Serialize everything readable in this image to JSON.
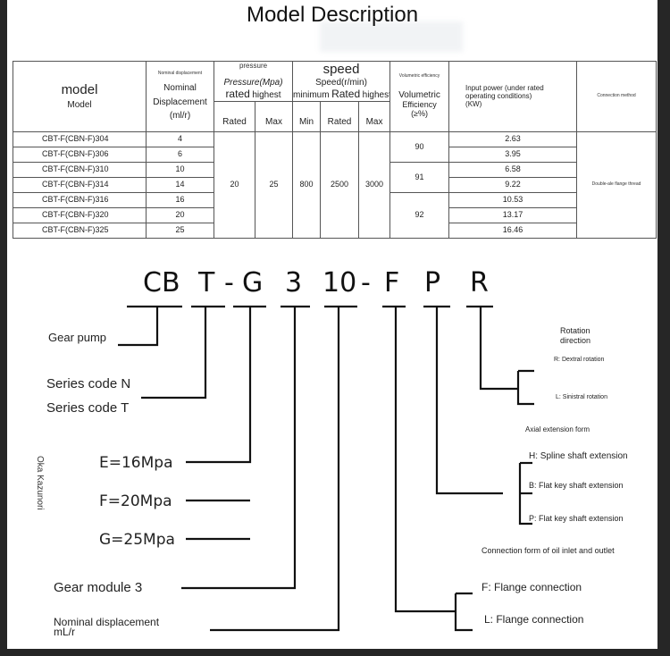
{
  "title": "Model Description",
  "table": {
    "header": {
      "model_top": "model",
      "model_bottom": "Model",
      "disp_small": "Nominal displacement",
      "disp_lines": [
        "Nominal",
        "Displacement",
        "(ml/r)"
      ],
      "pressure_small": "pressure",
      "pressure_label": "Pressure(Mpa)",
      "rated_big": "rated",
      "highest_small": "highest",
      "rated": "Rated",
      "max": "Max",
      "speed_big": "speed",
      "speed_label": "Speed(r/min)",
      "minimum_small": "minimum",
      "highest_small_2": "highest",
      "min": "Min",
      "rated_2": "Rated",
      "max_2": "Max",
      "vol_small": "Volumetric efficiency",
      "vol_label": "Volumetric",
      "efficiency_small": "Efficiency",
      "vol_pct": "(≥%)",
      "power_lines": [
        "Input power (under rated",
        "operating conditions)",
        "(KW)"
      ],
      "conn_small": "Connection method"
    },
    "rows": [
      {
        "model": "CBT-F(CBN-F)304",
        "disp": "4",
        "power": "2.63"
      },
      {
        "model": "CBT-F(CBN-F)306",
        "disp": "6",
        "power": "3.95"
      },
      {
        "model": "CBT-F(CBN-F)310",
        "disp": "10",
        "power": "6.58"
      },
      {
        "model": "CBT-F(CBN-F)314",
        "disp": "14",
        "power": "9.22"
      },
      {
        "model": "CBT-F(CBN-F)316",
        "disp": "16",
        "power": "10.53"
      },
      {
        "model": "CBT-F(CBN-F)320",
        "disp": "20",
        "power": "13.17"
      },
      {
        "model": "CBT-F(CBN-F)325",
        "disp": "25",
        "power": "16.46"
      }
    ],
    "pressure_rated": "20",
    "pressure_max": "25",
    "speed_min": "800",
    "speed_rated": "2500",
    "speed_max": "3000",
    "vol_eff": [
      "90",
      "91",
      "92"
    ],
    "conn_method": "Double-ale flange thread"
  },
  "code": {
    "parts": [
      "CB",
      "T",
      "-",
      "G",
      "3",
      "10",
      "-",
      "F",
      "P",
      "R"
    ]
  },
  "labels": {
    "gear_pump": "Gear pump",
    "series_n": "Series code N",
    "series_t": "Series code T",
    "vertical": "Oka Kazunori",
    "e": "E=16Mpa",
    "f": "F=20Mpa",
    "g": "G=25Mpa",
    "gear_module": "Gear module 3",
    "nominal_disp": "Nominal displacement",
    "nominal_unit": "mL/r",
    "rotation_1": "Rotation",
    "rotation_2": "direction",
    "dextral": "R: Dextral rotation",
    "sinistral": "L: Sinistral rotation",
    "axial": "Axial extension form",
    "spline": "H: Spline shaft extension",
    "flat_b": "B: Flat key shaft extension",
    "flat_p": "P: Flat key shaft extension",
    "conn_form": "Connection form of oil inlet and outlet",
    "flange_f": "F: Flange connection",
    "flange_l": "L: Flange connection"
  }
}
